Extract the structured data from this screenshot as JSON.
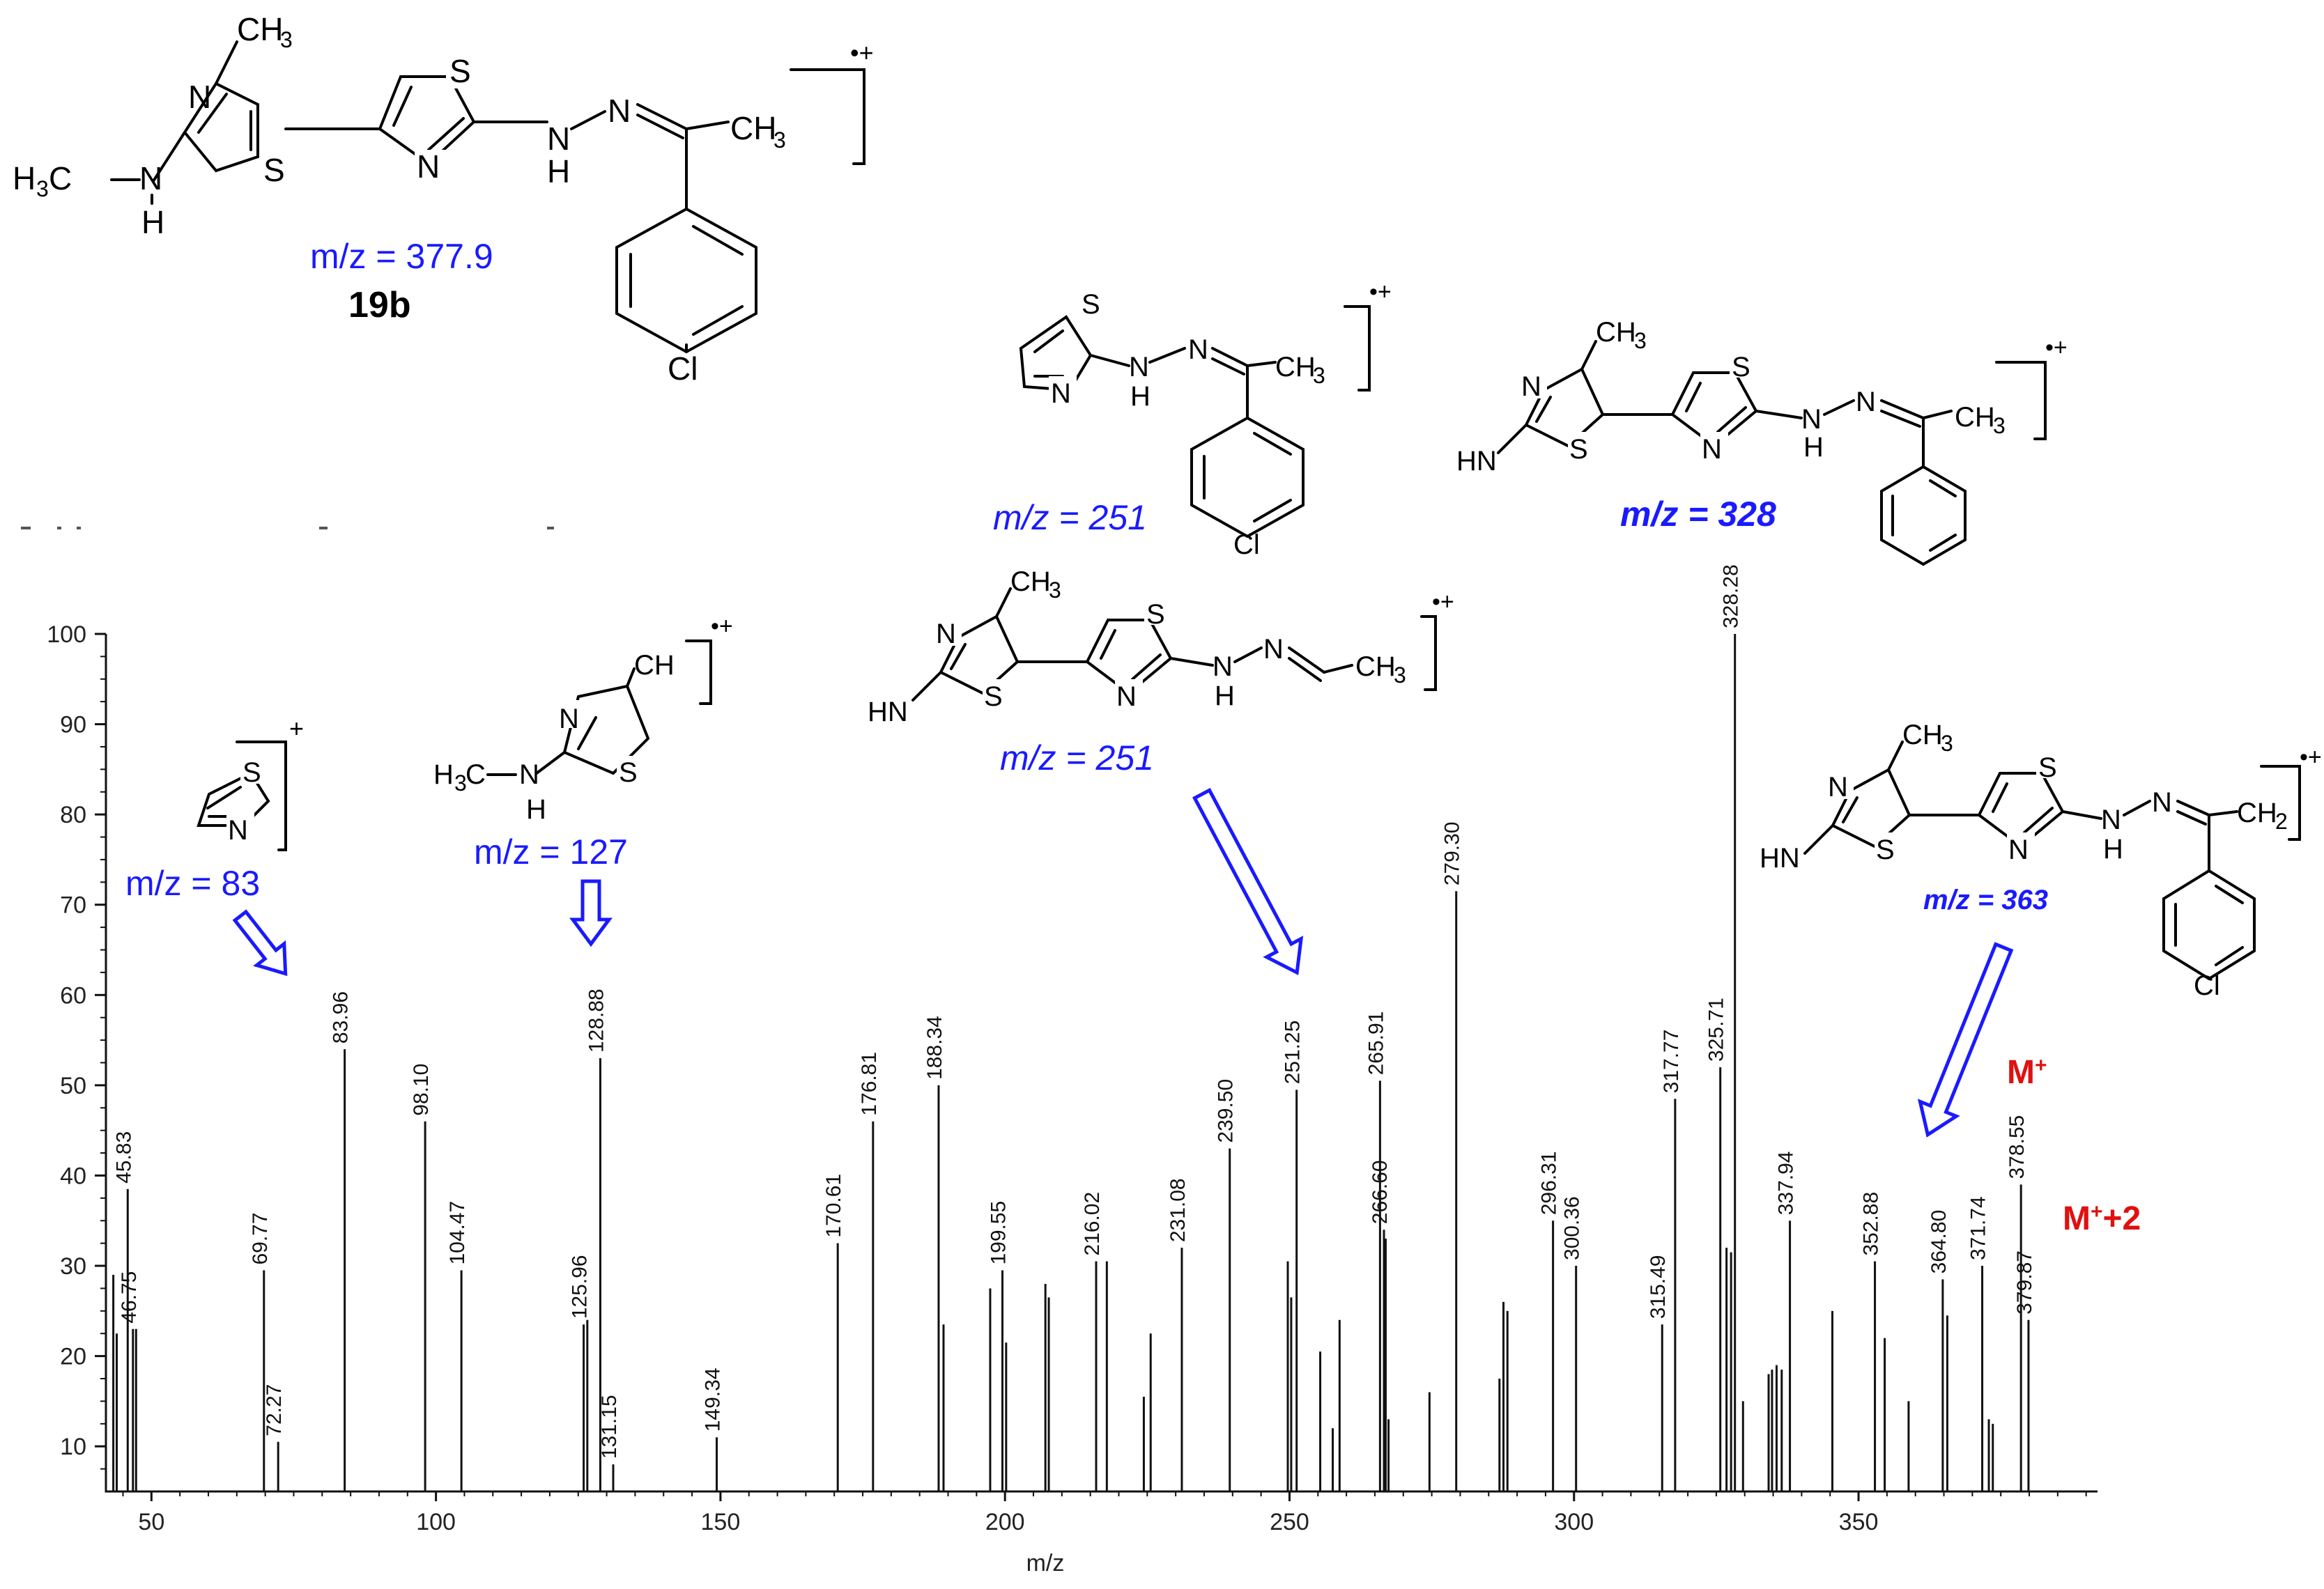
{
  "chart_data": {
    "type": "bar",
    "xlabel": "m/z",
    "xlim": [
      42,
      392
    ],
    "ylim": [
      5,
      100
    ],
    "xticks": [
      50,
      100,
      150,
      200,
      250,
      300,
      350
    ],
    "yticks": [
      10,
      20,
      30,
      40,
      50,
      60,
      70,
      80,
      90,
      100
    ],
    "labeled_peaks": [
      {
        "x": 45.83,
        "y": 38.5,
        "label": "45.83"
      },
      {
        "x": 46.75,
        "y": 23,
        "label": "46.75"
      },
      {
        "x": 69.77,
        "y": 29.5,
        "label": "69.77"
      },
      {
        "x": 72.27,
        "y": 10.5,
        "label": "72.27"
      },
      {
        "x": 83.96,
        "y": 54,
        "label": "83.96"
      },
      {
        "x": 98.1,
        "y": 46,
        "label": "98.10"
      },
      {
        "x": 104.47,
        "y": 29.5,
        "label": "104.47"
      },
      {
        "x": 125.96,
        "y": 23.5,
        "label": "125.96"
      },
      {
        "x": 128.88,
        "y": 53,
        "label": "128.88"
      },
      {
        "x": 131.15,
        "y": 8,
        "label": "131.15"
      },
      {
        "x": 149.34,
        "y": 11,
        "label": "149.34"
      },
      {
        "x": 170.61,
        "y": 32.5,
        "label": "170.61"
      },
      {
        "x": 176.81,
        "y": 46,
        "label": "176.81"
      },
      {
        "x": 188.34,
        "y": 50,
        "label": "188.34"
      },
      {
        "x": 199.55,
        "y": 29.5,
        "label": "199.55"
      },
      {
        "x": 216.02,
        "y": 30.5,
        "label": "216.02"
      },
      {
        "x": 231.08,
        "y": 32,
        "label": "231.08"
      },
      {
        "x": 239.5,
        "y": 43,
        "label": "239.50"
      },
      {
        "x": 251.25,
        "y": 49.5,
        "label": "251.25"
      },
      {
        "x": 265.91,
        "y": 50.5,
        "label": "265.91"
      },
      {
        "x": 266.6,
        "y": 34,
        "label": "266.60"
      },
      {
        "x": 279.3,
        "y": 71.5,
        "label": "279.30"
      },
      {
        "x": 296.31,
        "y": 35,
        "label": "296.31"
      },
      {
        "x": 300.36,
        "y": 30,
        "label": "300.36"
      },
      {
        "x": 315.49,
        "y": 23.5,
        "label": "315.49"
      },
      {
        "x": 317.77,
        "y": 48.5,
        "label": "317.77"
      },
      {
        "x": 325.71,
        "y": 52,
        "label": "325.71"
      },
      {
        "x": 328.28,
        "y": 100,
        "label": "328.28"
      },
      {
        "x": 337.94,
        "y": 35,
        "label": "337.94"
      },
      {
        "x": 352.88,
        "y": 30.5,
        "label": "352.88"
      },
      {
        "x": 364.8,
        "y": 28.5,
        "label": "364.80"
      },
      {
        "x": 371.74,
        "y": 30,
        "label": "371.74"
      },
      {
        "x": 378.55,
        "y": 39,
        "label": "378.55"
      },
      {
        "x": 379.87,
        "y": 24,
        "label": "379.87"
      }
    ],
    "unlabeled_peaks": [
      {
        "x": 43.3,
        "y": 29
      },
      {
        "x": 43.9,
        "y": 22.5
      },
      {
        "x": 47.3,
        "y": 23
      },
      {
        "x": 126.6,
        "y": 24
      },
      {
        "x": 189.2,
        "y": 23.5
      },
      {
        "x": 197.4,
        "y": 27.5
      },
      {
        "x": 200.2,
        "y": 21.5
      },
      {
        "x": 207.1,
        "y": 28
      },
      {
        "x": 207.7,
        "y": 26.5
      },
      {
        "x": 217.9,
        "y": 30.5
      },
      {
        "x": 224.4,
        "y": 15.5
      },
      {
        "x": 225.6,
        "y": 22.5
      },
      {
        "x": 249.7,
        "y": 30.5
      },
      {
        "x": 250.3,
        "y": 26.5
      },
      {
        "x": 255.4,
        "y": 20.5
      },
      {
        "x": 257.6,
        "y": 12
      },
      {
        "x": 258.8,
        "y": 24
      },
      {
        "x": 266.9,
        "y": 33
      },
      {
        "x": 267.4,
        "y": 13
      },
      {
        "x": 274.6,
        "y": 16
      },
      {
        "x": 286.9,
        "y": 17.5
      },
      {
        "x": 287.6,
        "y": 26
      },
      {
        "x": 288.3,
        "y": 25
      },
      {
        "x": 326.8,
        "y": 32
      },
      {
        "x": 327.6,
        "y": 31.5
      },
      {
        "x": 329.7,
        "y": 15
      },
      {
        "x": 334.2,
        "y": 18
      },
      {
        "x": 334.8,
        "y": 18.5
      },
      {
        "x": 335.6,
        "y": 19
      },
      {
        "x": 336.5,
        "y": 18.5
      },
      {
        "x": 345.4,
        "y": 25
      },
      {
        "x": 354.6,
        "y": 22
      },
      {
        "x": 358.8,
        "y": 15
      },
      {
        "x": 365.6,
        "y": 24.5
      },
      {
        "x": 372.9,
        "y": 13
      },
      {
        "x": 373.6,
        "y": 12.5
      }
    ]
  },
  "annotations": {
    "parent": {
      "mz": "m/z = 377.9",
      "label": "19b"
    },
    "frag83": {
      "mz": "m/z = 83"
    },
    "frag127": {
      "mz": "m/z = 127"
    },
    "frag251a": {
      "mz": "m/z = 251"
    },
    "frag251b": {
      "mz": "m/z = 251"
    },
    "frag328": {
      "mz": "m/z = 328"
    },
    "frag363": {
      "mz": "m/z = 363"
    },
    "molecular_ion": "M+",
    "isotope_ion": "M+ +2"
  },
  "colors": {
    "annotation_blue": "#1a1aff",
    "ion_red": "#e01010"
  }
}
